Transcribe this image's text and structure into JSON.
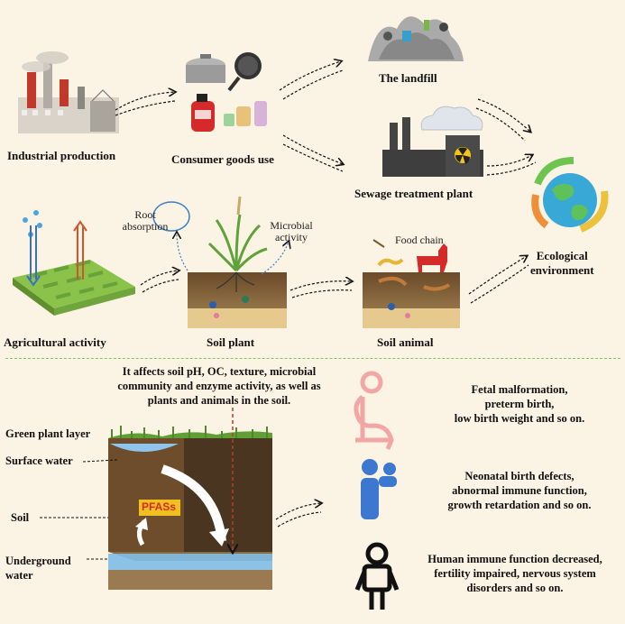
{
  "labels": {
    "industrial": "Industrial production",
    "consumer": "Consumer goods use",
    "landfill": "The landfill",
    "sewage": "Sewage treatment plant",
    "ecological": "Ecological\nenvironment",
    "agricultural": "Agricultural activity",
    "soil_plant": "Soil plant",
    "soil_animal": "Soil animal",
    "root_absorption": "Root\nabsorption",
    "microbial_activity": "Microbial\nactivity",
    "food_chain": "Food chain",
    "effects": "It affects soil pH, OC, texture, microbial\ncommunity and enzyme activity, as well as\nplants and animals in the soil.",
    "green_plant_layer": "Green plant layer",
    "surface_water": "Surface water",
    "soil": "Soil",
    "underground_water": "Underground\nwater",
    "pfas": "PFASs",
    "outcome_fetal": "Fetal malformation,\npreterm birth,\nlow birth weight and so on.",
    "outcome_neonatal": "Neonatal birth defects,\nabnormal immune function,\ngrowth retardation and so on.",
    "outcome_human": "Human immune function decreased,\nfertility impaired, nervous system\ndisorders and so on."
  },
  "colors": {
    "background": "#fbf3e4",
    "divider": "#7ac96a",
    "pregnant_icon": "#f2a7a7",
    "infant_icon": "#3c78d0",
    "person_icon": "#111111",
    "pfas_label": "#f0c020"
  }
}
